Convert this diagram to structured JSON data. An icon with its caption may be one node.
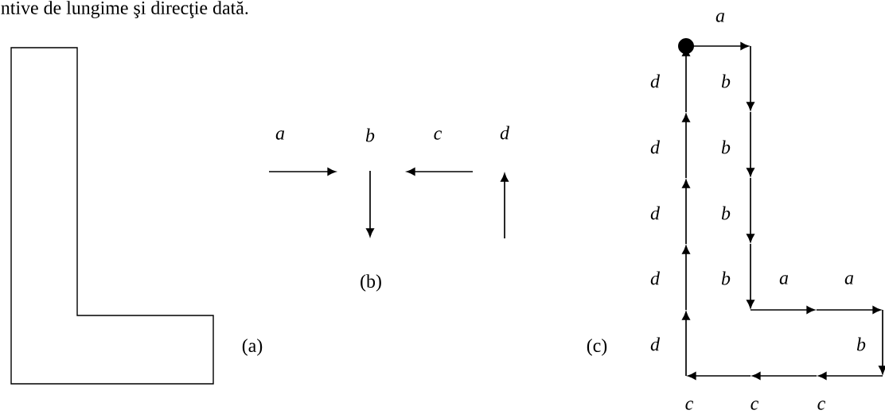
{
  "diagram": {
    "labels": [
      "ntive de lungime şi direcţie dată.",
      "a",
      "b",
      "c",
      "d",
      "(b)",
      "(a)",
      "(c)",
      "a",
      "d",
      "b",
      "d",
      "b",
      "d",
      "b",
      "d",
      "b",
      "a",
      "a",
      "d",
      "b",
      "c",
      "c",
      "c"
    ]
  }
}
